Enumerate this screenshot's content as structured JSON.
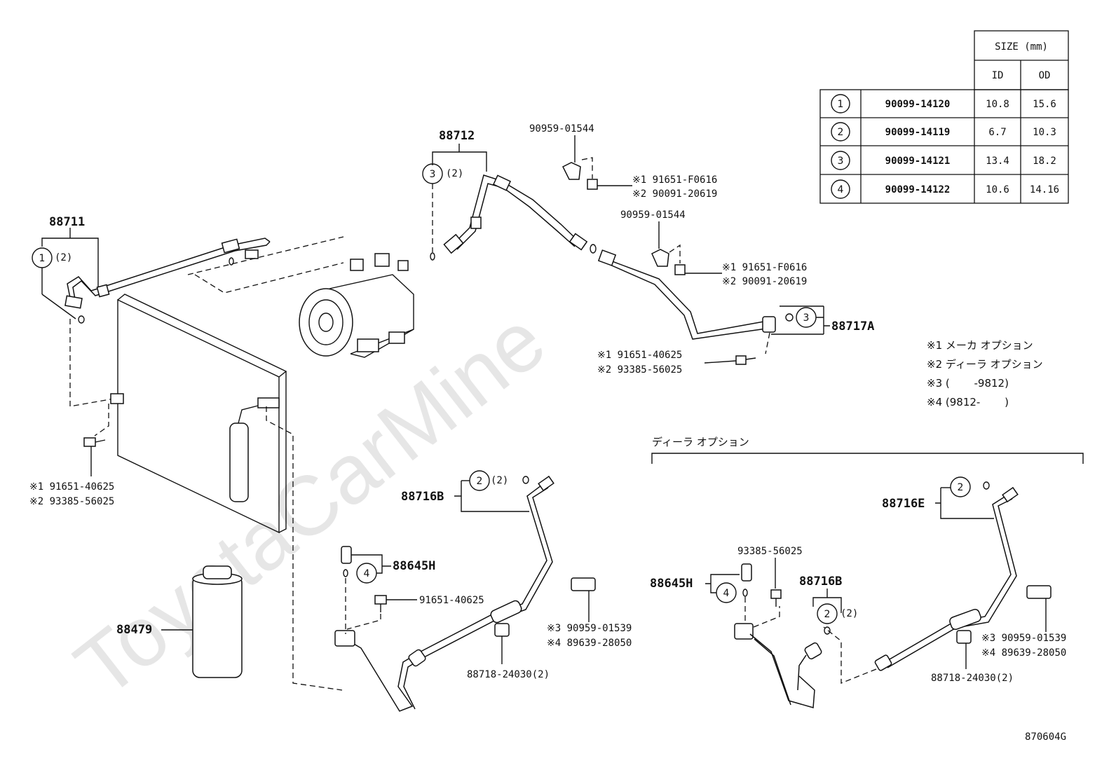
{
  "watermark": "ToyotaCarMine",
  "diagram_code": "870604G",
  "size_table": {
    "header": "SIZE (mm)",
    "col_id": "ID",
    "col_od": "OD",
    "rows": [
      {
        "no": "1",
        "part": "90099-14120",
        "id": "10.8",
        "od": "15.6"
      },
      {
        "no": "2",
        "part": "90099-14119",
        "id": "6.7",
        "od": "10.3"
      },
      {
        "no": "3",
        "part": "90099-14121",
        "id": "13.4",
        "od": "18.2"
      },
      {
        "no": "4",
        "part": "90099-14122",
        "id": "10.6",
        "od": "14.16"
      }
    ]
  },
  "legend": [
    "※1 メーカ オプション",
    "※2 ディーラ オプション",
    "※3 (　　 -9812)",
    "※4 (9812-　　 )"
  ],
  "dealer_option_title": "ディーラ オプション",
  "labels": {
    "p88711": "88711",
    "p88712": "88712",
    "p88717a": "88717A",
    "p88716b_left": "88716B",
    "p88645h_left": "88645H",
    "p88479": "88479",
    "p88716e": "88716E",
    "p88645h_right": "88645H",
    "p88716b_right": "88716B",
    "qty2": "(2)",
    "c1": "90959-01544",
    "c2": "90959-01544",
    "b1a": "※1 91651-F0616",
    "b1b": "※2 90091-20619",
    "b2a": "※1 91651-F0616",
    "b2b": "※2 90091-20619",
    "b3a": "※1 91651-40625",
    "b3b": "※2 93385-56025",
    "b4a": "※1 91651-40625",
    "b4b": "※2 93385-56025",
    "bolt_mid": "91651-40625",
    "sw_l3": "※3 90959-01539",
    "sw_l4": "※4 89639-28050",
    "clamp_l": "88718-24030(2)",
    "bolt_r": "93385-56025",
    "sw_r3": "※3 90959-01539",
    "sw_r4": "※4 89639-28050",
    "clamp_r": "88718-24030(2)"
  },
  "callouts": {
    "c1": "1",
    "c2": "2",
    "c3": "3",
    "c4": "4"
  }
}
